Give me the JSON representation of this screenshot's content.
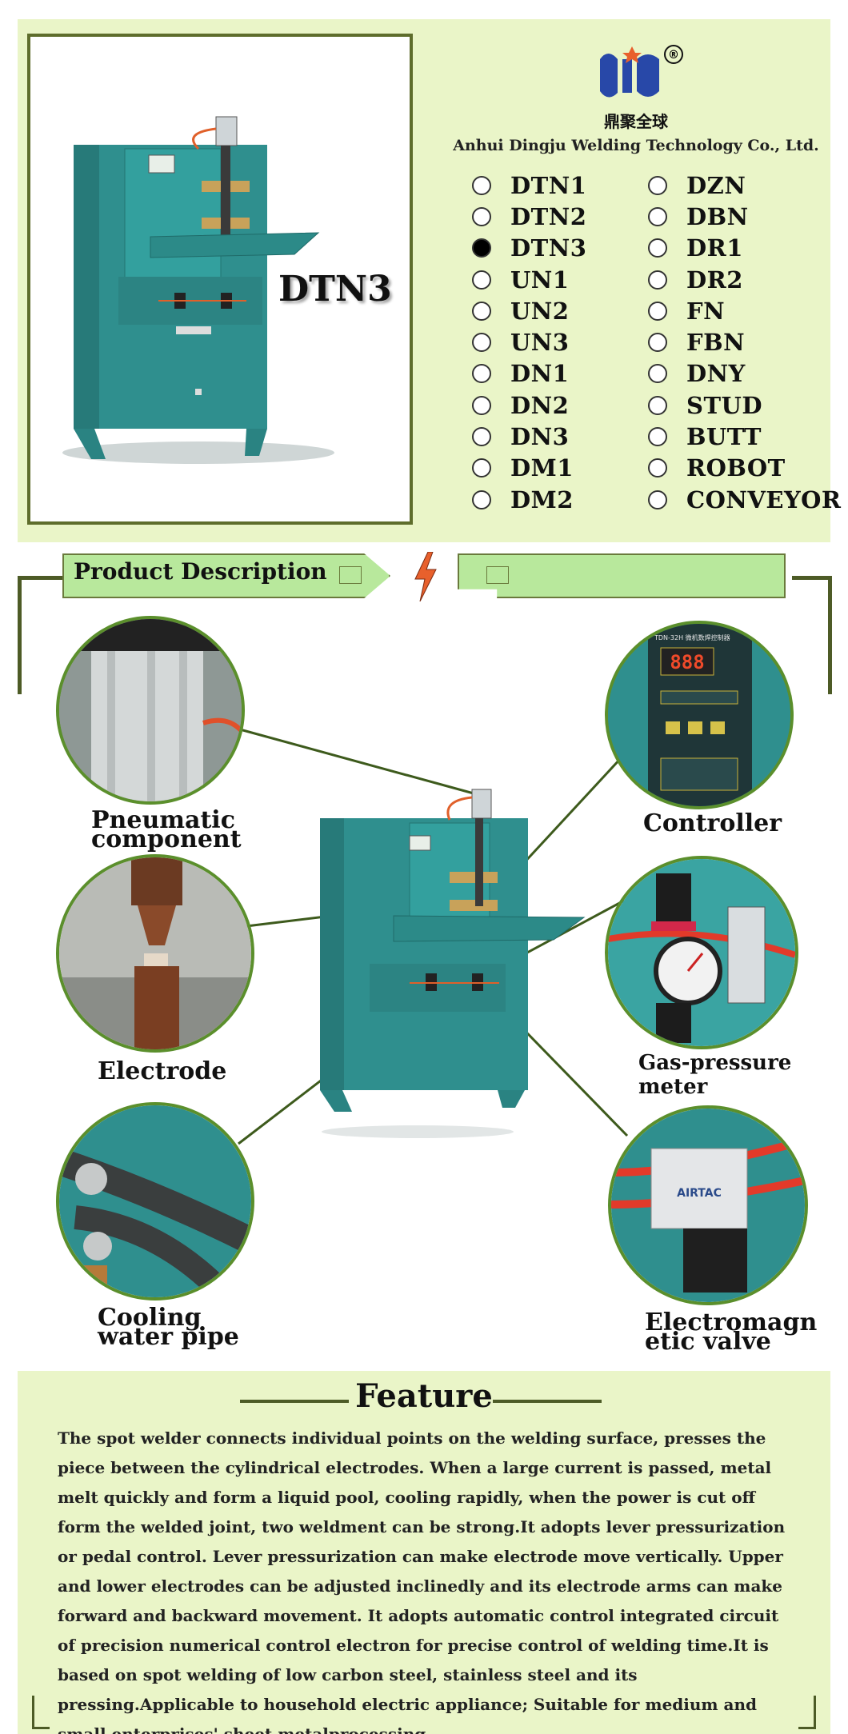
{
  "top": {
    "model_tag": "DTN3",
    "logo_cn": "鼎聚全球",
    "logo_mark": "®",
    "company": "Anhui Dingju Welding Technology Co., Ltd.",
    "models_left": [
      {
        "label": "DTN1",
        "selected": false
      },
      {
        "label": "DTN2",
        "selected": false
      },
      {
        "label": "DTN3",
        "selected": true
      },
      {
        "label": "UN1",
        "selected": false
      },
      {
        "label": "UN2",
        "selected": false
      },
      {
        "label": "UN3",
        "selected": false
      },
      {
        "label": "DN1",
        "selected": false
      },
      {
        "label": "DN2",
        "selected": false
      },
      {
        "label": "DN3",
        "selected": false
      },
      {
        "label": "DM1",
        "selected": false
      },
      {
        "label": "DM2",
        "selected": false
      }
    ],
    "models_right": [
      {
        "label": "DZN",
        "selected": false
      },
      {
        "label": "DBN",
        "selected": false
      },
      {
        "label": "DR1",
        "selected": false
      },
      {
        "label": "DR2",
        "selected": false
      },
      {
        "label": "FN",
        "selected": false
      },
      {
        "label": "FBN",
        "selected": false
      },
      {
        "label": "DNY",
        "selected": false
      },
      {
        "label": "STUD",
        "selected": false
      },
      {
        "label": "BUTT",
        "selected": false
      },
      {
        "label": "ROBOT",
        "selected": false
      },
      {
        "label": "CONVEYOR",
        "selected": false
      }
    ]
  },
  "product_description": {
    "title": "Product Description",
    "controller_display": "888",
    "controller_panel_title": "TDN-32H 微机数焊控制器",
    "components": {
      "pneumatic": [
        "Pneumatic",
        "component"
      ],
      "electrode": [
        "Electrode"
      ],
      "cooling": [
        "Cooling",
        "water pipe"
      ],
      "controller": [
        "Controller"
      ],
      "gas": [
        "Gas-pressure",
        "meter"
      ],
      "valve": [
        "Electromagn",
        "etic valve"
      ]
    },
    "valve_brand": "AIRTAC"
  },
  "feature": {
    "title": "Feature",
    "text": "The spot welder connects individual points on the welding surface, presses the piece between the cylindrical electrodes. When a   large current is passed, metal melt quickly and form a   liquid pool, cooling rapidly, when the power is cut off form the welded joint, two weldment can be strong.It adopts lever pressurization or pedal control. Lever pressurization can make electrode move vertically. Upper and lower electrodes can be adjusted inclinedly and its electrode arms can make forward and backward movement. It adopts automatic control integrated circuit of precision numerical control electron for precise control of welding time.It is based on spot welding of low carbon steel, stainless steel and its pressing.Applicable to household electric appliance; Suitable for medium and small enterprises' sheet metalprocessing."
  },
  "colors": {
    "panel_bg": "#eaf5c8",
    "accent_green": "#b8e89c",
    "frame_olive": "#5e6d2c",
    "machine_teal": "#2f8f8e",
    "circle_border": "#5b8f2c",
    "logo_blue": "#2848a8",
    "bolt_orange": "#e8602c"
  }
}
